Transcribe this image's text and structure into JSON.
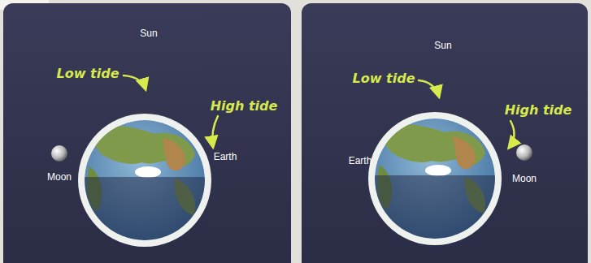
{
  "diagram": {
    "labels": [
      "Sun",
      "Low tide",
      "High tide",
      "Earth",
      "Moon",
      "Sun",
      "Low tide",
      "High tide",
      "Earth",
      "Moon"
    ]
  }
}
